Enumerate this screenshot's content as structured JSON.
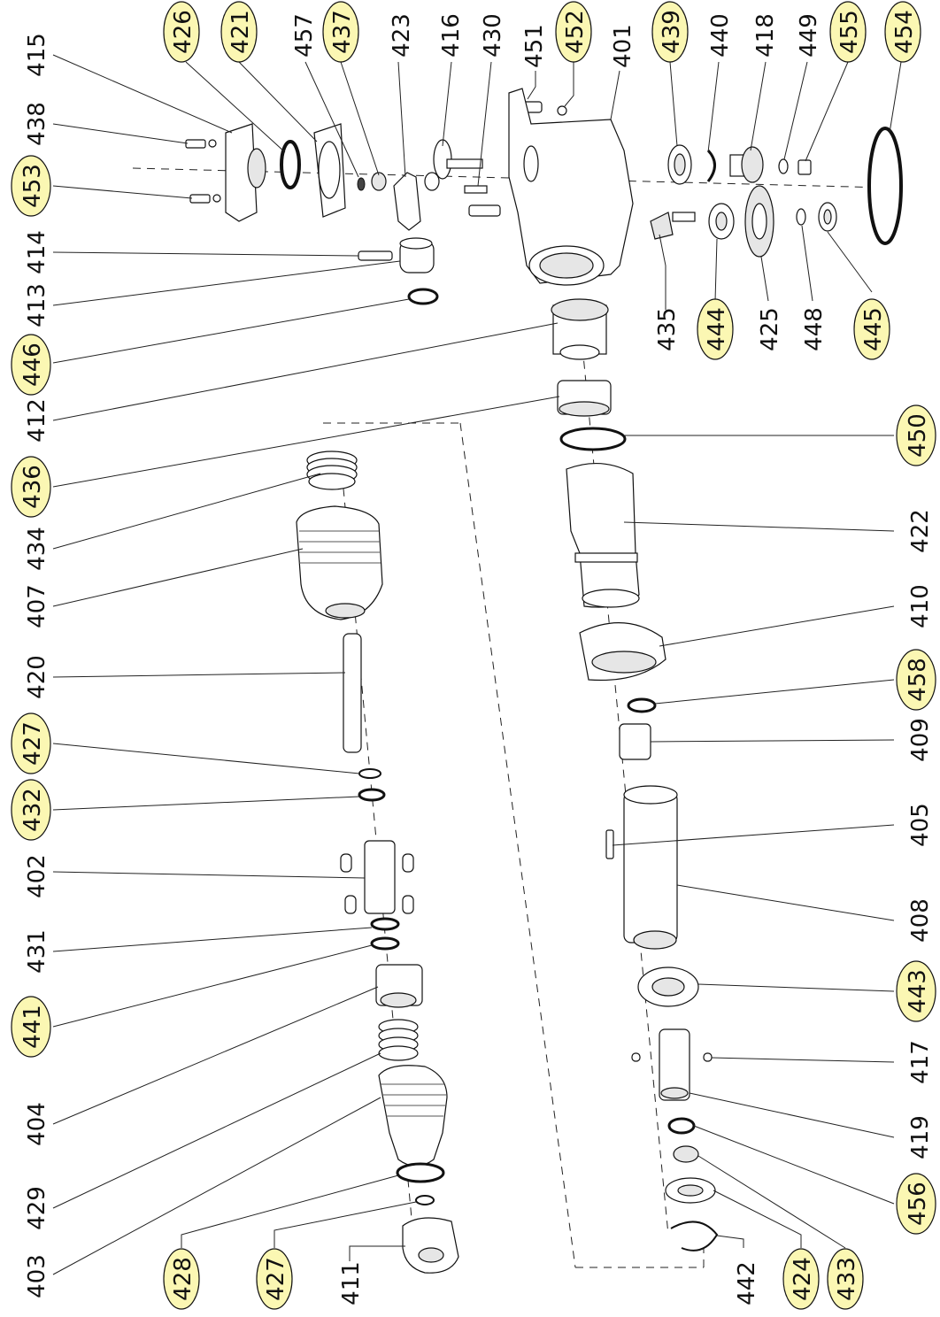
{
  "diagram": {
    "part_numbers": {
      "p401": "401",
      "p402": "402",
      "p403": "403",
      "p404": "404",
      "p405": "405",
      "p407": "407",
      "p408": "408",
      "p409": "409",
      "p410": "410",
      "p411": "411",
      "p412": "412",
      "p413": "413",
      "p414": "414",
      "p415": "415",
      "p416": "416",
      "p417": "417",
      "p418": "418",
      "p419": "419",
      "p420": "420",
      "p421": "421",
      "p422": "422",
      "p423": "423",
      "p424": "424",
      "p425": "425",
      "p426": "426",
      "p427a": "427",
      "p427b": "427",
      "p428": "428",
      "p429": "429",
      "p430": "430",
      "p431": "431",
      "p432": "432",
      "p433": "433",
      "p434": "434",
      "p435": "435",
      "p436": "436",
      "p437": "437",
      "p438": "438",
      "p439": "439",
      "p440": "440",
      "p441": "441",
      "p442": "442",
      "p443": "443",
      "p444": "444",
      "p445": "445",
      "p446": "446",
      "p448": "448",
      "p449": "449",
      "p450": "450",
      "p451": "451",
      "p452": "452",
      "p453": "453",
      "p454": "454",
      "p455": "455",
      "p456": "456",
      "p457": "457",
      "p458": "458"
    },
    "highlight_color": "#fbf7b3"
  }
}
